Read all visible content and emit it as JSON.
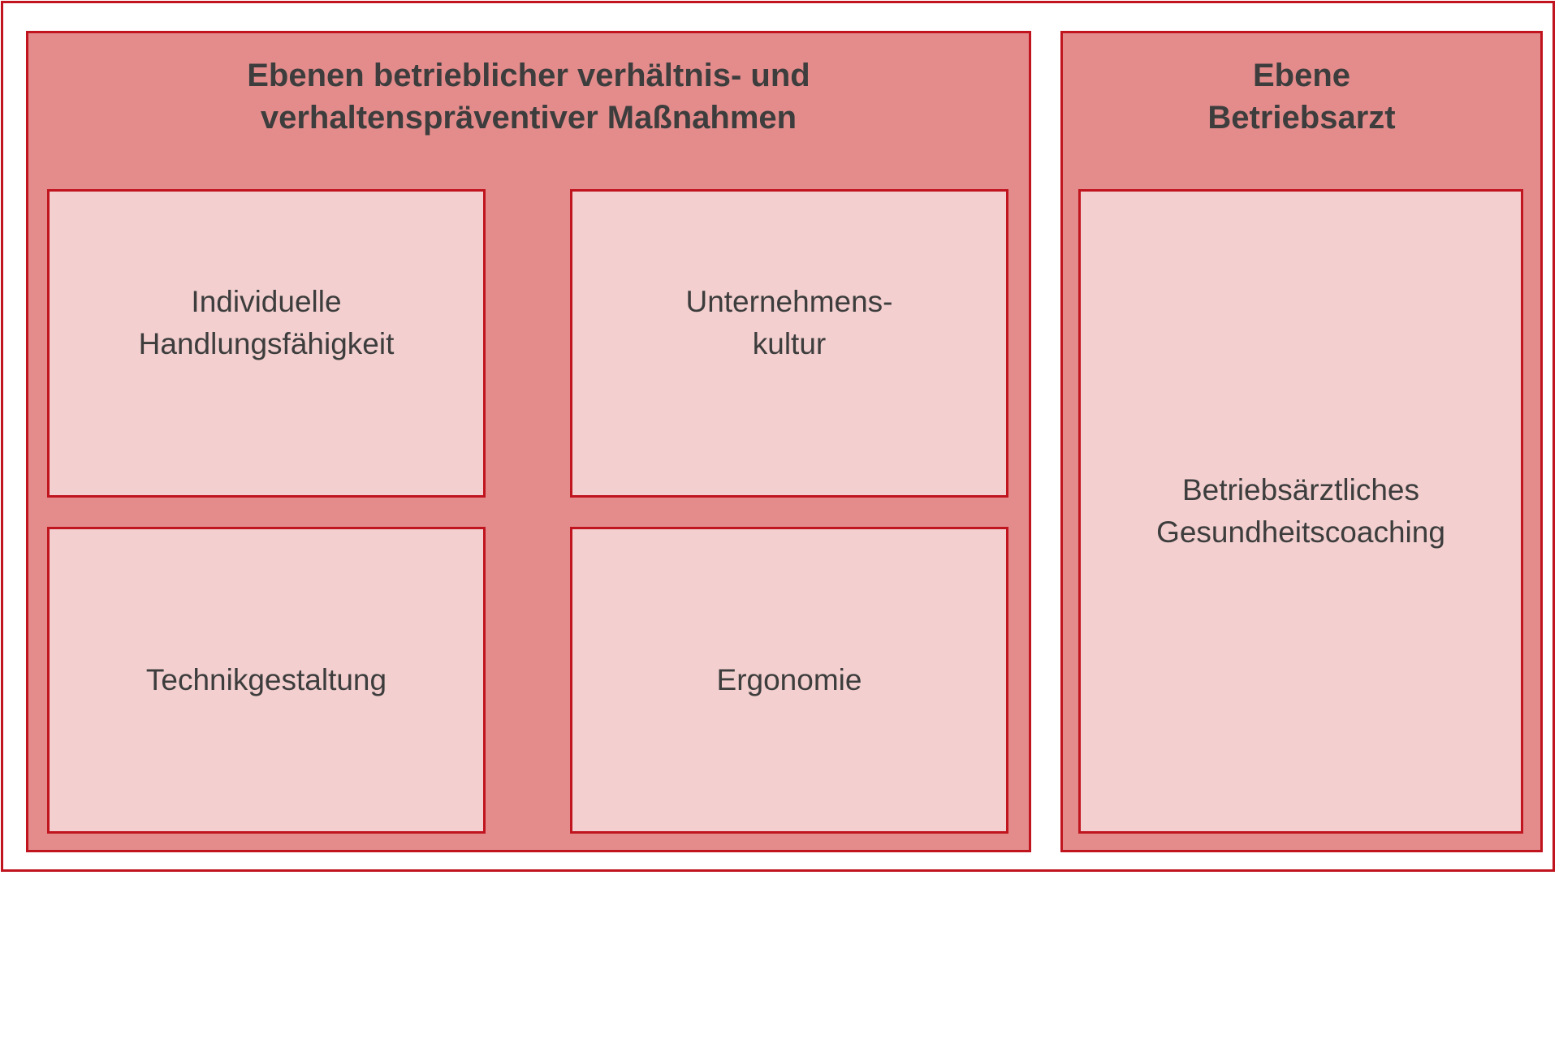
{
  "colors": {
    "border": "#c0141f",
    "panel_fill": "#e48c8c",
    "box_fill": "#f3cfcf",
    "text": "#3d3d3d",
    "background": "#ffffff"
  },
  "left_panel": {
    "title_line1": "Ebenen betrieblicher verhältnis- und",
    "title_line2": "verhaltenspräventiver Maßnahmen",
    "boxes": [
      {
        "line1": "Individuelle",
        "line2": "Handlungsfähigkeit"
      },
      {
        "line1": "Unternehmens-",
        "line2": "kultur"
      },
      {
        "line1": "Technikgestaltung"
      },
      {
        "line1": "Ergonomie"
      }
    ]
  },
  "right_panel": {
    "title_line1": "Ebene",
    "title_line2": "Betriebsarzt",
    "box": {
      "line1": "Betriebsärztliches",
      "line2": "Gesundheitscoaching"
    }
  }
}
